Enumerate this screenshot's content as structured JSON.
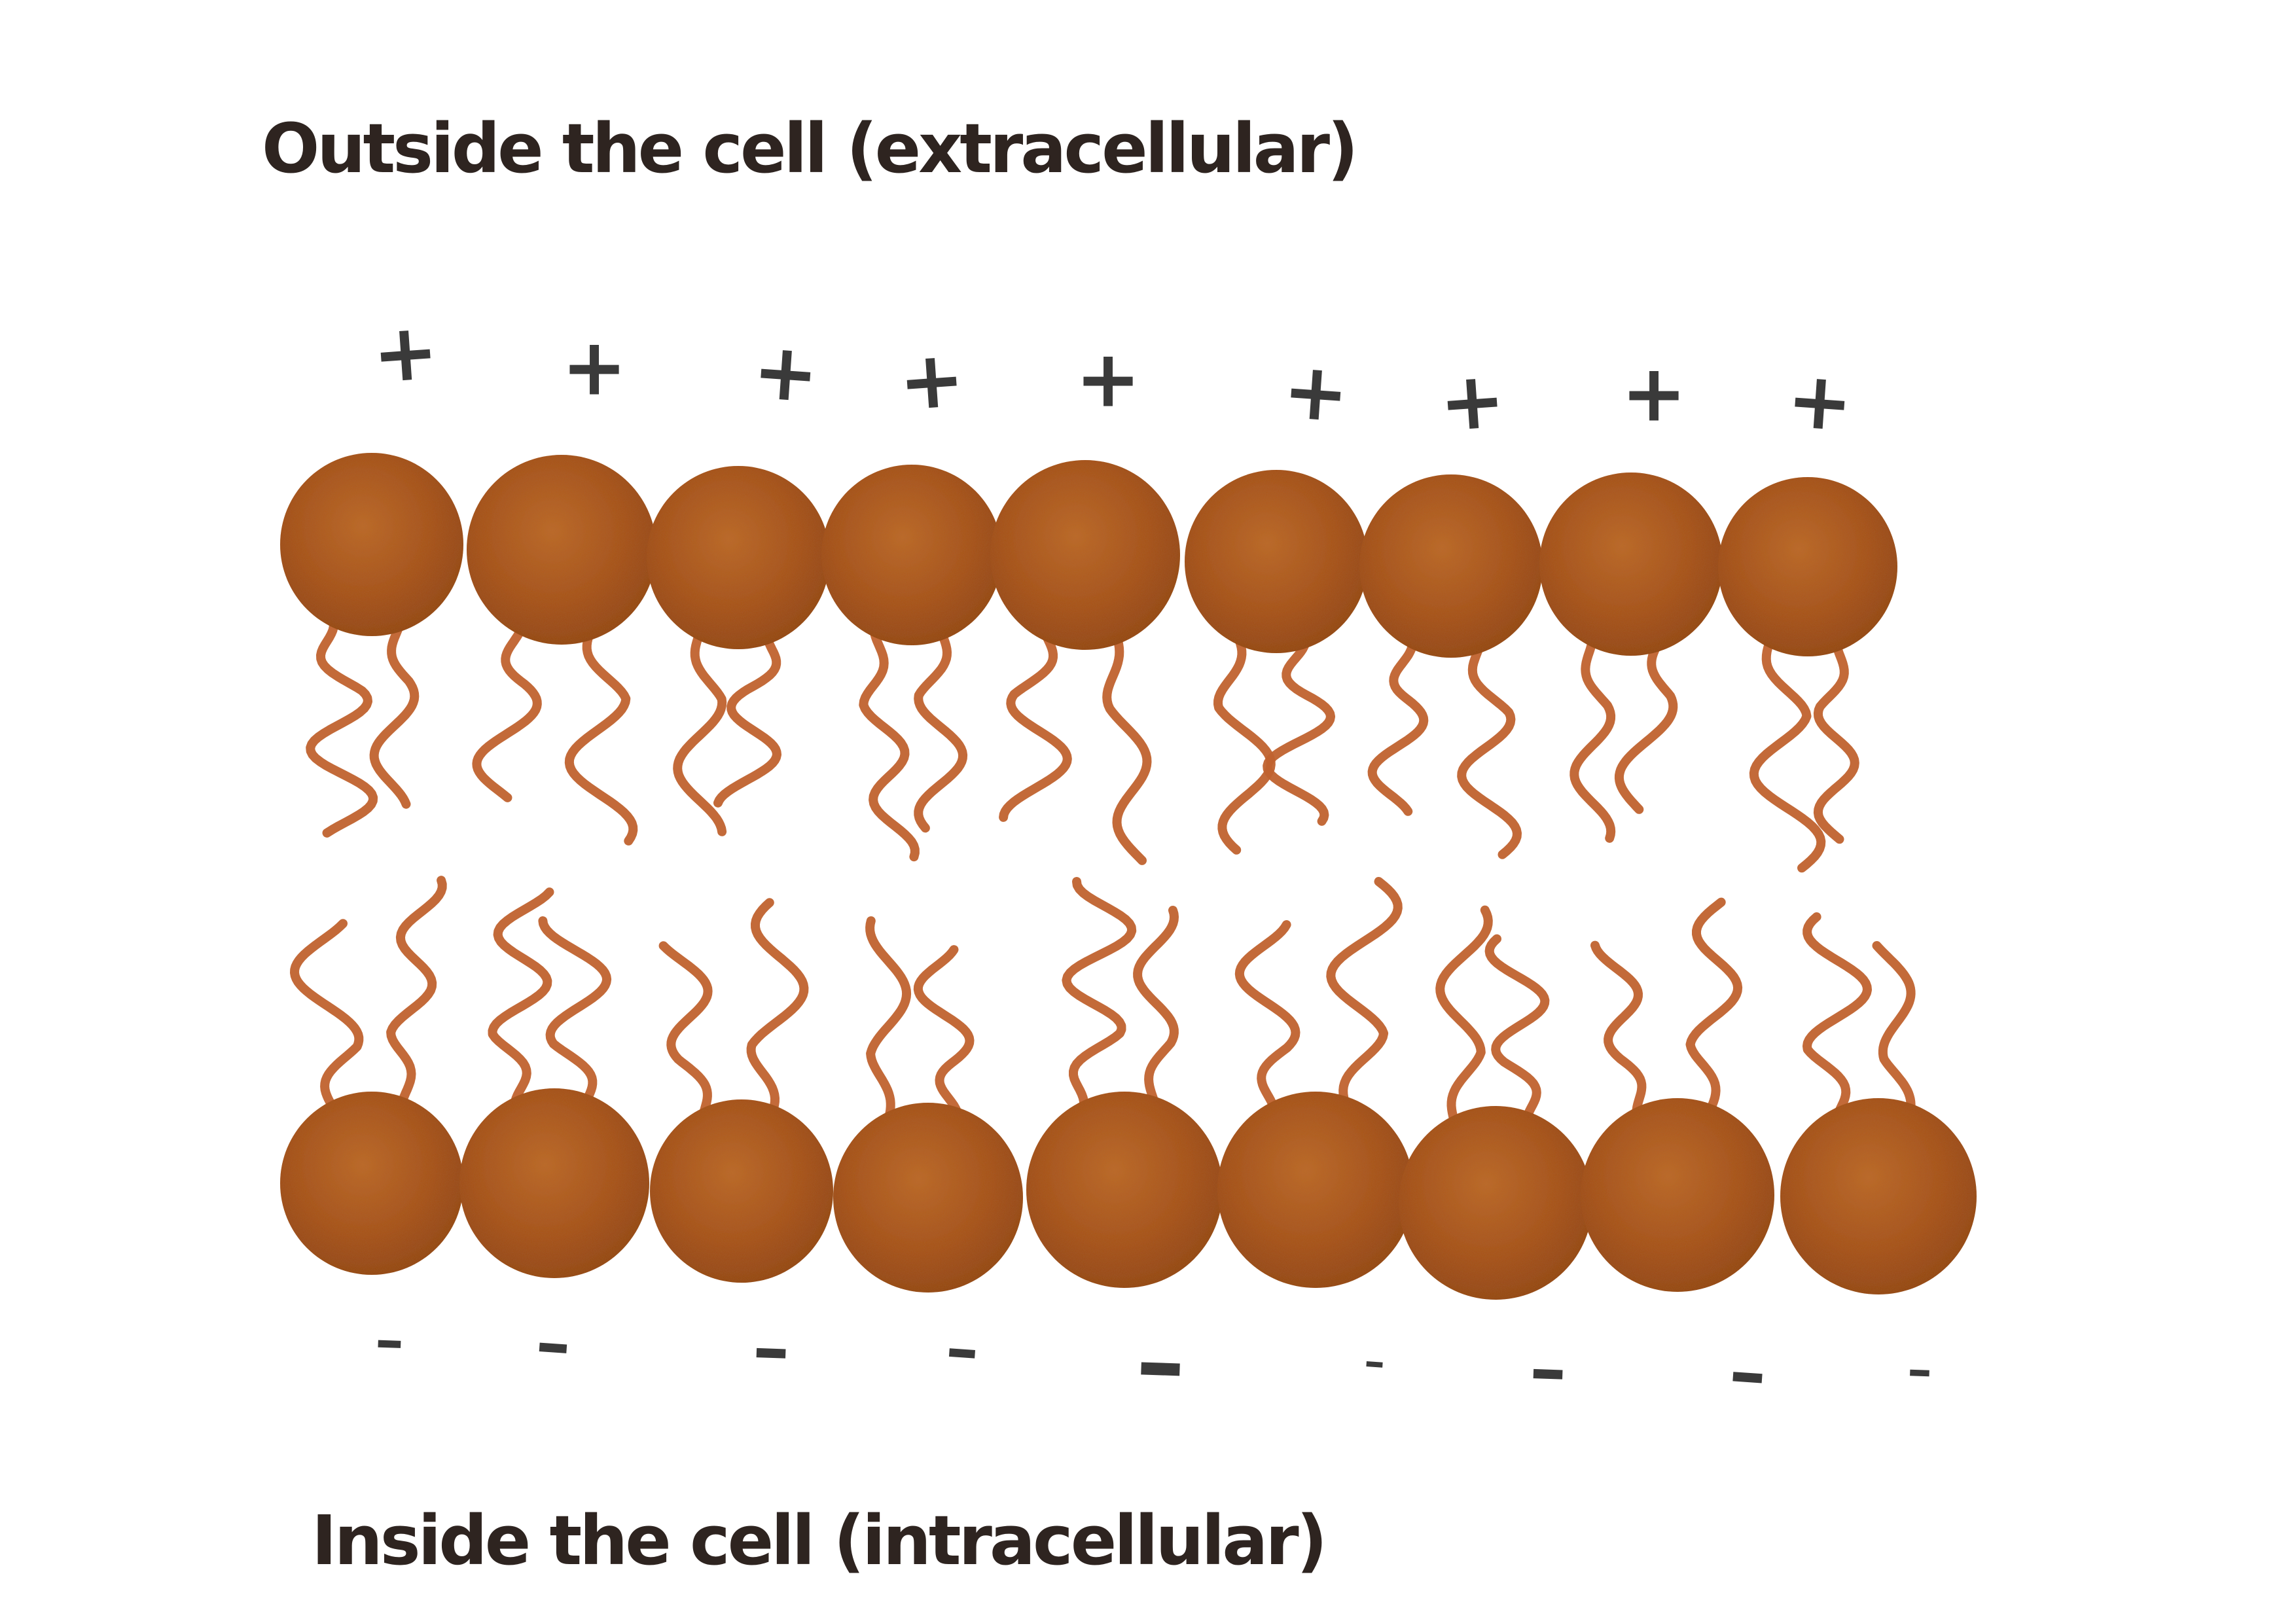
{
  "diagram": {
    "outside_label": "Outside the cell (extracellular)",
    "inside_label": "Inside the cell (intracellular)",
    "top_sign": "+",
    "bottom_sign": "–",
    "upper_leaflet_heads": 9,
    "lower_leaflet_heads": 9,
    "colors": {
      "head": "#b35a1f",
      "head_highlight": "#c8742f",
      "head_shadow": "#8a400f",
      "tail": "#c0622e",
      "charge": "#3a3a3a",
      "text": "#2e2420"
    },
    "icons": [
      "phospholipid-head-icon",
      "fatty-acid-tail-icon",
      "positive-charge-icon",
      "negative-charge-icon"
    ]
  }
}
